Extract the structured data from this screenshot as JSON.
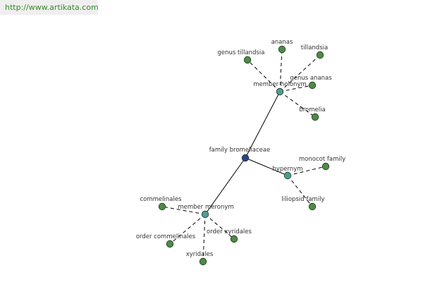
{
  "source": {
    "url_text": "http://www.artikata.com"
  },
  "colors": {
    "root_node": "#2f3f8f",
    "relation_node": "#4f9a9a",
    "leaf_node": "#4e8a46",
    "node_stroke": "#1f3a1f",
    "edge": "#000000",
    "url": "#3a8a2e"
  },
  "graph": {
    "root": {
      "label": "family bromeliaceae"
    },
    "relations": [
      {
        "label": "member holonym",
        "leaves": [
          "ananas",
          "tillandsia",
          "genus tillandsia",
          "genus ananas",
          "bromelia"
        ]
      },
      {
        "label": "hypernym",
        "leaves": [
          "monocot family",
          "liliopsid family"
        ]
      },
      {
        "label": "member meronym",
        "leaves": [
          "commelinales",
          "order commelinales",
          "order xyridales",
          "xyridales"
        ]
      }
    ]
  }
}
